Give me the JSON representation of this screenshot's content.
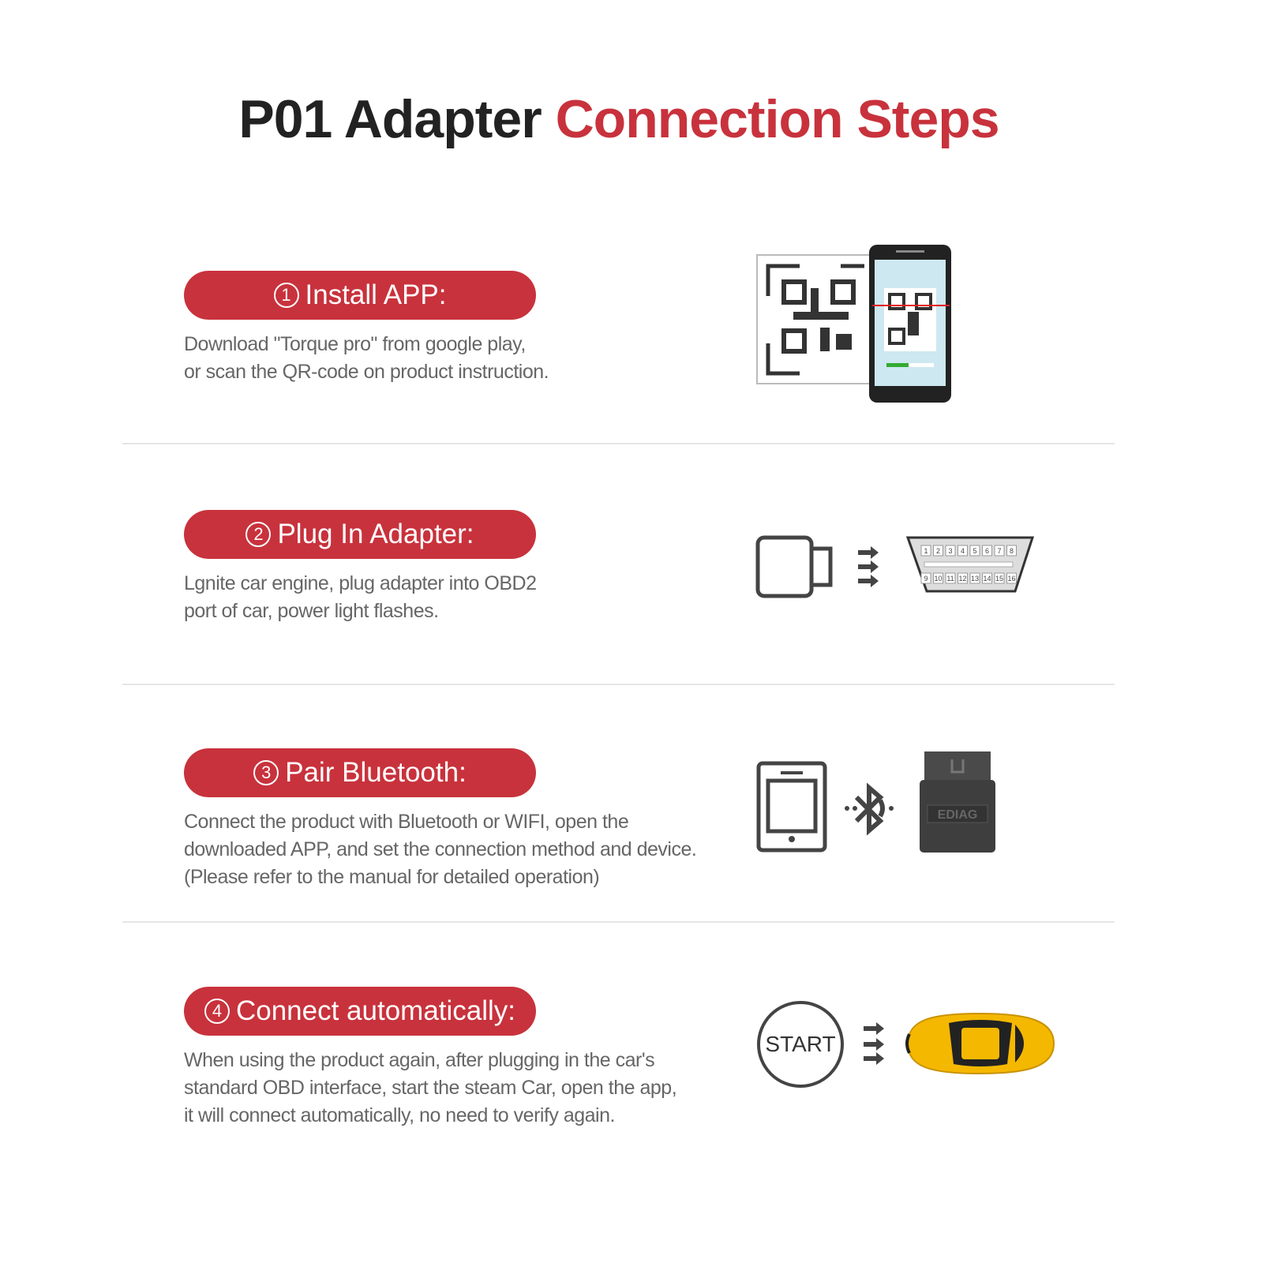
{
  "title": {
    "part1": "P01 Adapter",
    "part2": "Connection Steps"
  },
  "steps": [
    {
      "num": "1",
      "label": "Install APP:",
      "desc": "Download \"Torque pro\" from google play,\nor scan the QR-code on product instruction."
    },
    {
      "num": "2",
      "label": "Plug In Adapter:",
      "desc": "Lgnite car engine, plug adapter into OBD2\nport of car, power light flashes."
    },
    {
      "num": "3",
      "label": "Pair Bluetooth:",
      "desc": "Connect the product with Bluetooth or WIFI, open the\ndownloaded APP, and set the connection method and device.\n(Please refer to the manual for detailed operation)"
    },
    {
      "num": "4",
      "label": "Connect automatically:",
      "desc": "When using the product again, after plugging in the car's\nstandard OBD interface, start the steam Car, open the app,\nit will connect automatically, no need to verify again."
    }
  ],
  "illustrations": {
    "obd_pins_top": [
      "1",
      "2",
      "3",
      "4",
      "5",
      "6",
      "7",
      "8"
    ],
    "obd_pins_bottom": [
      "9",
      "10",
      "11",
      "12",
      "13",
      "14",
      "15",
      "16"
    ],
    "adapter_brand": "EDIAG",
    "start_label": "START"
  },
  "colors": {
    "accent": "#c8323c",
    "car": "#f5b800"
  }
}
